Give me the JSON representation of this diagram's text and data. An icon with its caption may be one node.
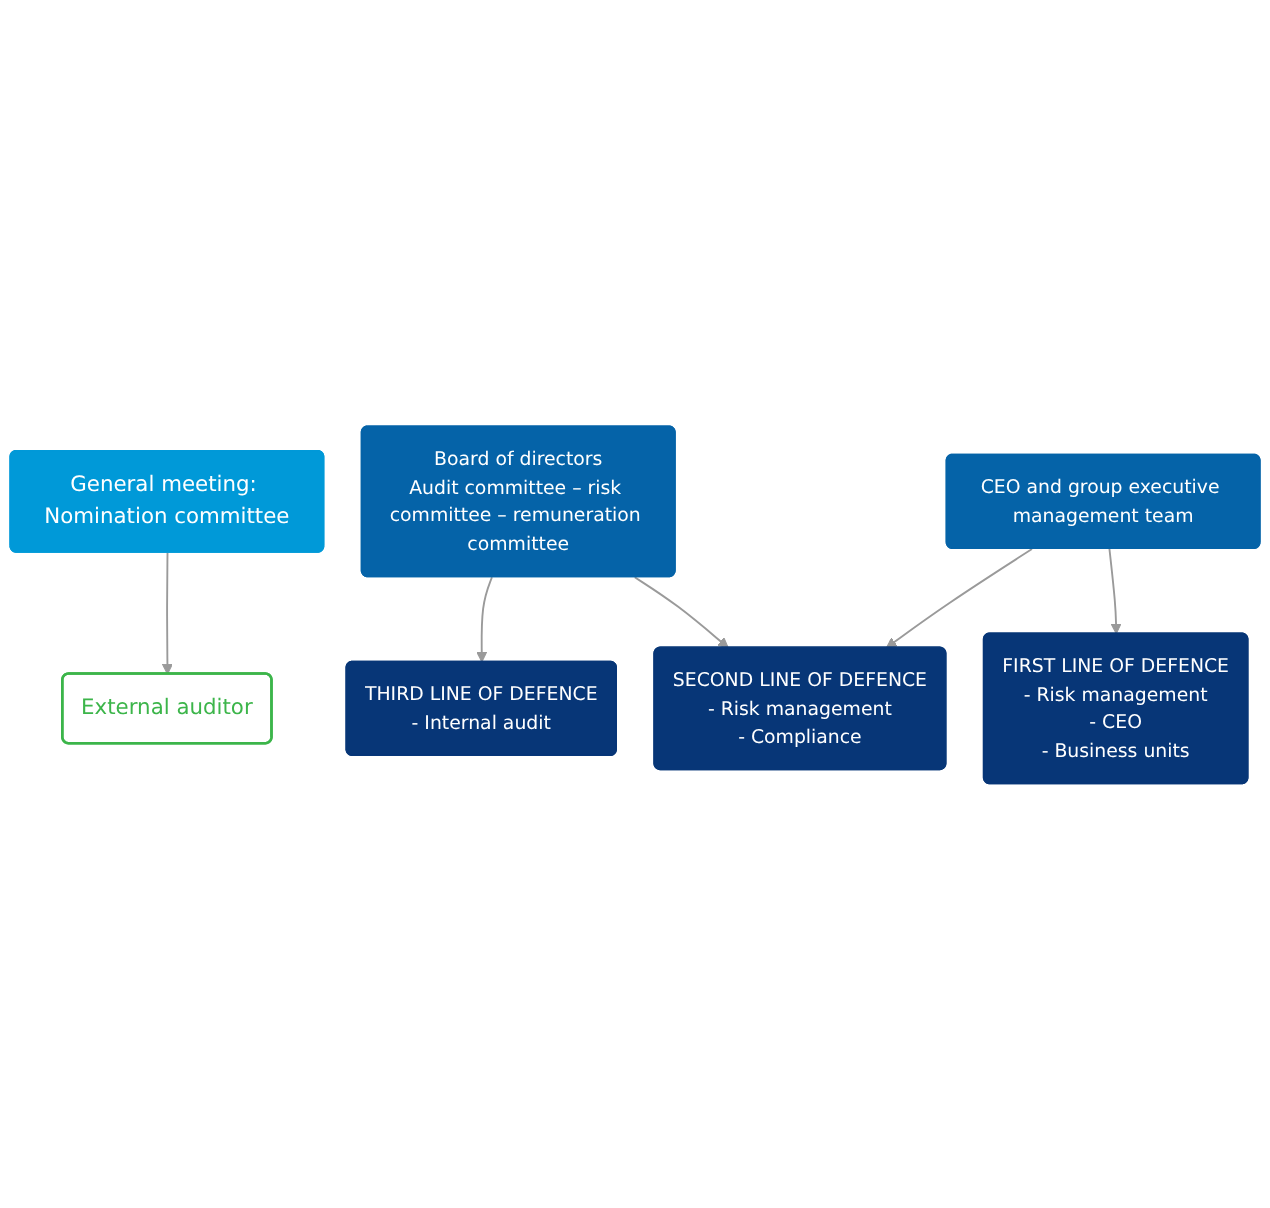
{
  "diagram": {
    "nodes": [
      {
        "text": [
          "General meeting: Nomination committee"
        ]
      },
      {
        "text": [
          "External auditor"
        ]
      },
      {
        "text": [
          "Board of directors",
          "Audit committee – risk committee – remuneration committee"
        ]
      },
      {
        "text": [
          "CEO and group executive management team"
        ]
      },
      {
        "text": [
          "FIRST LINE OF DEFENCE",
          "- Risk management",
          "- CEO",
          "- Business units"
        ]
      },
      {
        "text": [
          "SECOND LINE OF DEFENCE",
          "- Risk management",
          "- Compliance"
        ]
      },
      {
        "text": [
          "THIRD LINE OF DEFENCE",
          "- Internal audit"
        ]
      }
    ],
    "edges": [
      {
        "from": 0,
        "to": 1,
        "arrow": "to"
      },
      {
        "from": 3,
        "to": 4,
        "arrow": "to"
      },
      {
        "from": 3,
        "to": 5,
        "arrow": "to"
      },
      {
        "from": 2,
        "to": 5,
        "arrow": "to"
      },
      {
        "from": 2,
        "to": 6,
        "arrow": "to"
      }
    ]
  }
}
